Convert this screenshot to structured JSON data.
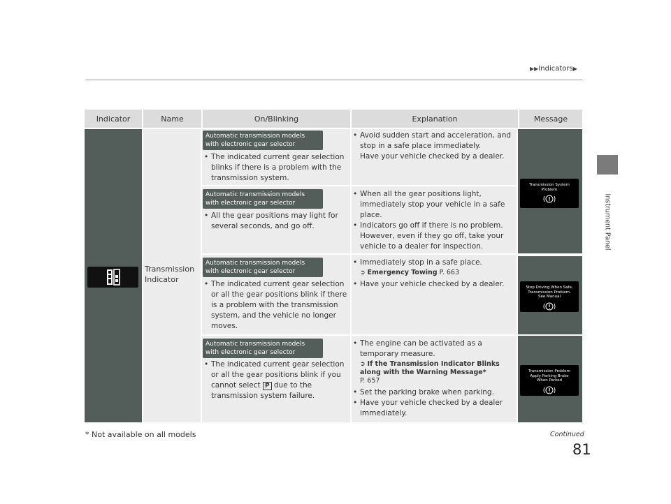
{
  "header": {
    "breadcrumb": "Indicators"
  },
  "side_tab": {
    "label": "Instrument Panel"
  },
  "table": {
    "columns": [
      "Indicator",
      "Name",
      "On/Blinking",
      "Explanation",
      "Message"
    ],
    "name": "Transmission Indicator",
    "indicator_icon": "transmission-gear-icon",
    "rows": [
      {
        "badge": "Automatic transmission models with electronic gear selector",
        "on_blinking": "The indicated current gear selection blinks if there is a problem with the transmission system.",
        "explanation": {
          "b1": "Avoid sudden start and acceleration, and stop in a safe place immediately.",
          "b1_extra": "Have your vehicle checked by a dealer."
        }
      },
      {
        "badge": "Automatic transmission models with electronic gear selector",
        "on_blinking": "All the gear positions may light for several seconds, and go off.",
        "explanation": {
          "b1": "When all the gear positions light, immediately stop your vehicle in a safe place.",
          "b2": "Indicators go off if there is no problem. However, even if they go off, take your vehicle to a dealer for inspection."
        }
      },
      {
        "badge": "Automatic transmission models with electronic gear selector",
        "on_blinking": "The indicated current gear selection or all the gear positions blink if there is a problem with the transmission system, and the vehicle no longer moves.",
        "explanation": {
          "b1": "Immediately stop in a safe place.",
          "ref_title": "Emergency Towing",
          "ref_page": "P. 663",
          "b2": "Have your vehicle checked by a dealer."
        }
      },
      {
        "badge": "Automatic transmission models with electronic gear selector",
        "on_blinking_pre": "The indicated current gear selection or all the gear positions blink if you cannot select",
        "on_blinking_key": "P",
        "on_blinking_post": "due to the transmission system failure.",
        "explanation": {
          "b1": "The engine can be activated as a temporary measure.",
          "ref_title": "If the Transmission Indicator Blinks along with the Warning Message*",
          "ref_page": "P. 657",
          "b2": "Set the parking brake when parking.",
          "b3": "Have your vehicle checked by a dealer immediately."
        }
      }
    ],
    "messages": [
      {
        "line1": "Transmission System",
        "line2": "Problem",
        "line3": ""
      },
      {
        "line1": "Stop Driving When Safe.",
        "line2": "Transmission Problem.",
        "line3": "See Manual"
      },
      {
        "line1": "Transmission Problem",
        "line2": "Apply Parking Brake",
        "line3": "When Parked"
      }
    ]
  },
  "footer": {
    "footnote": "* Not available on all models",
    "continued": "Continued",
    "page_number": "81"
  }
}
